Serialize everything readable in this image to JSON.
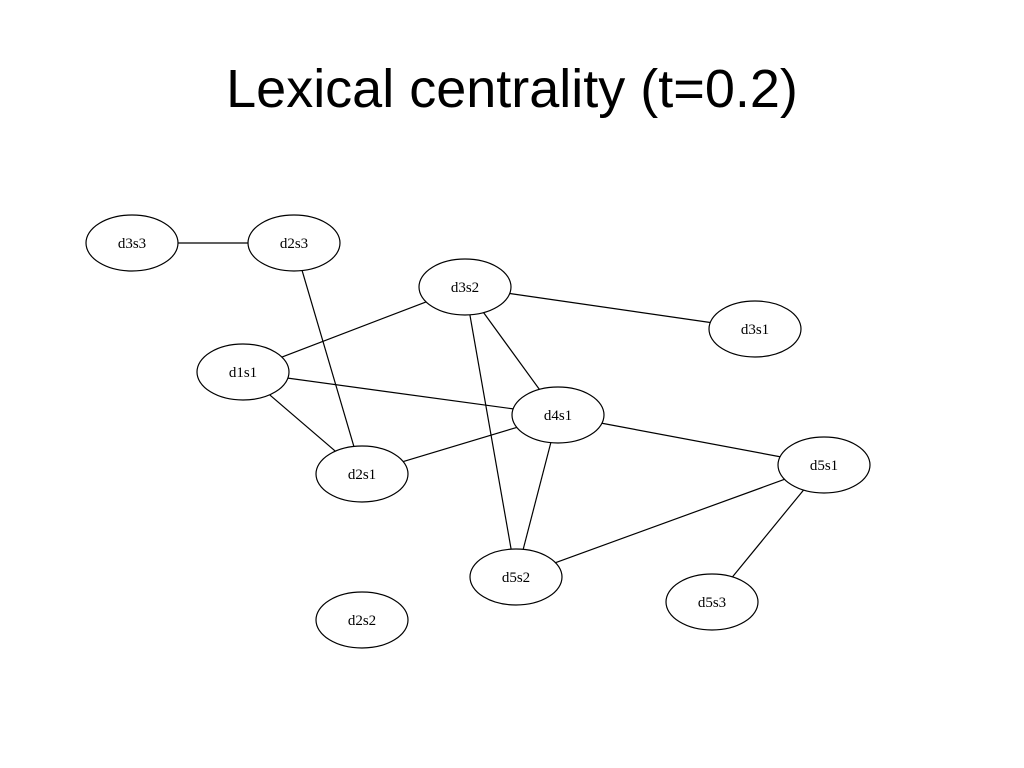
{
  "title": "Lexical centrality (t=0.2)",
  "colors": {
    "stroke": "#000000",
    "node_fill": "#ffffff",
    "background": "#ffffff"
  },
  "graph": {
    "nodes": [
      {
        "id": "d3s3",
        "label": "d3s3"
      },
      {
        "id": "d2s3",
        "label": "d2s3"
      },
      {
        "id": "d3s2",
        "label": "d3s2"
      },
      {
        "id": "d3s1",
        "label": "d3s1"
      },
      {
        "id": "d1s1",
        "label": "d1s1"
      },
      {
        "id": "d4s1",
        "label": "d4s1"
      },
      {
        "id": "d2s1",
        "label": "d2s1"
      },
      {
        "id": "d5s1",
        "label": "d5s1"
      },
      {
        "id": "d5s2",
        "label": "d5s2"
      },
      {
        "id": "d5s3",
        "label": "d5s3"
      },
      {
        "id": "d2s2",
        "label": "d2s2"
      }
    ],
    "edges": [
      {
        "source": "d3s3",
        "target": "d2s3"
      },
      {
        "source": "d2s3",
        "target": "d2s1"
      },
      {
        "source": "d3s2",
        "target": "d3s1"
      },
      {
        "source": "d3s2",
        "target": "d1s1"
      },
      {
        "source": "d3s2",
        "target": "d4s1"
      },
      {
        "source": "d3s2",
        "target": "d5s2"
      },
      {
        "source": "d1s1",
        "target": "d4s1"
      },
      {
        "source": "d1s1",
        "target": "d2s1"
      },
      {
        "source": "d4s1",
        "target": "d2s1"
      },
      {
        "source": "d4s1",
        "target": "d5s1"
      },
      {
        "source": "d4s1",
        "target": "d5s2"
      },
      {
        "source": "d5s1",
        "target": "d5s2"
      },
      {
        "source": "d5s1",
        "target": "d5s3"
      }
    ]
  }
}
